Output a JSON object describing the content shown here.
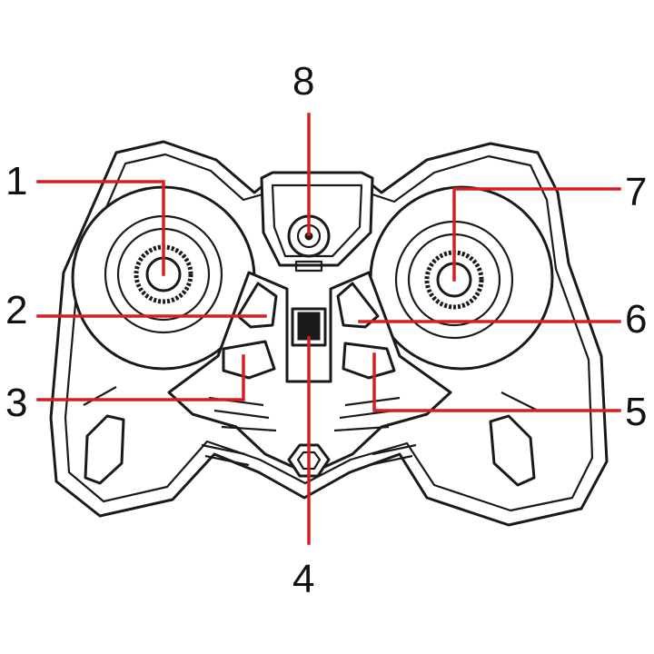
{
  "diagram": {
    "subject": "rc-controller",
    "callouts": [
      {
        "number": "1",
        "part": "left-joystick"
      },
      {
        "number": "2",
        "part": "left-upper-button"
      },
      {
        "number": "3",
        "part": "left-lower-button"
      },
      {
        "number": "4",
        "part": "power-switch"
      },
      {
        "number": "5",
        "part": "right-lower-button"
      },
      {
        "number": "6",
        "part": "right-upper-button"
      },
      {
        "number": "7",
        "part": "right-joystick"
      },
      {
        "number": "8",
        "part": "center-led"
      }
    ],
    "colors": {
      "line": "#1a1a1a",
      "callout_line": "#d42020",
      "background": "#ffffff"
    }
  }
}
